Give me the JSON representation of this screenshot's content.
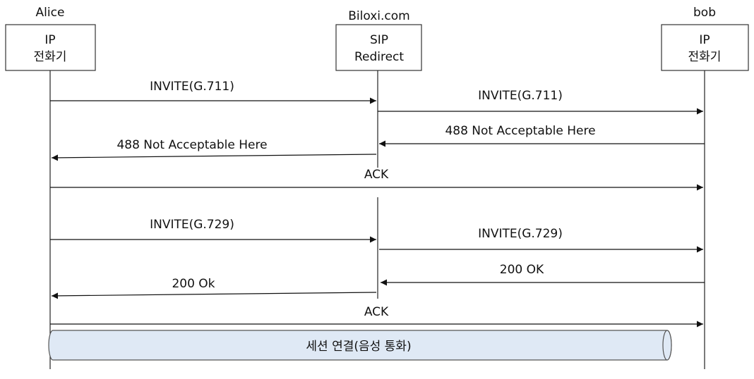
{
  "participants": {
    "alice": {
      "name": "Alice",
      "line1": "IP",
      "line2": "전화기"
    },
    "sip": {
      "name": "Biloxi.com",
      "line1": "SIP",
      "line2": "Redirect"
    },
    "bob": {
      "name": "bob",
      "line1": "IP",
      "line2": "전화기"
    }
  },
  "messages": [
    {
      "label": "INVITE(G.711)"
    },
    {
      "label": "INVITE(G.711)"
    },
    {
      "label": "488 Not Acceptable Here"
    },
    {
      "label": "488 Not Acceptable Here"
    },
    {
      "label": "ACK"
    },
    {
      "label": "INVITE(G.729)"
    },
    {
      "label": "INVITE(G.729)"
    },
    {
      "label": "200 OK"
    },
    {
      "label": "200 Ok"
    },
    {
      "label": "ACK"
    }
  ],
  "session": {
    "label": "세션 연결(음성 통화)",
    "fill": "#dfe9f5",
    "stroke": "#555555"
  }
}
